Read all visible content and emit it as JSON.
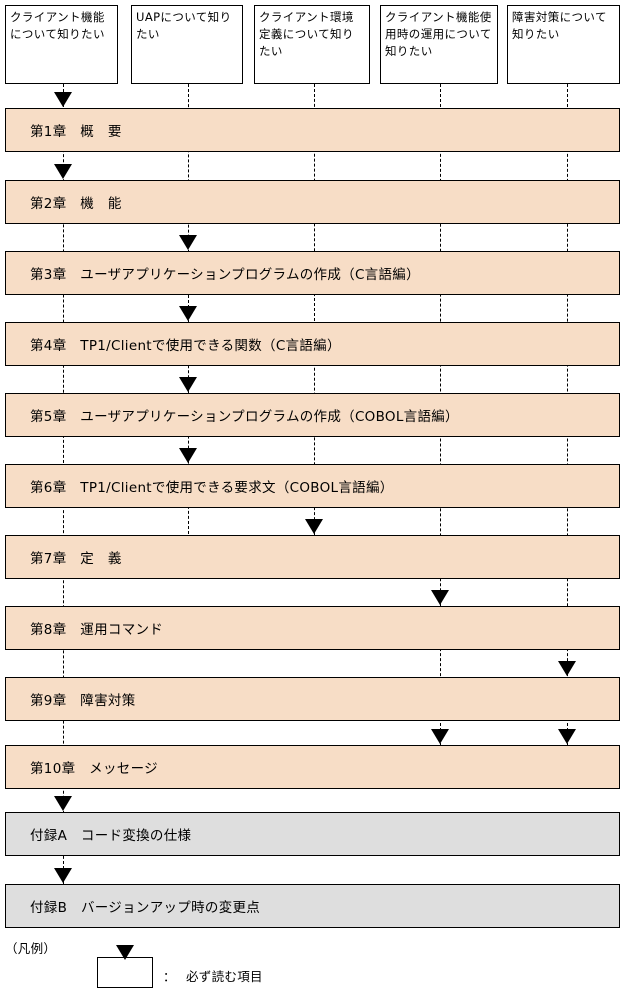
{
  "colors": {
    "chapter_fill": "#f7ddc6",
    "appendix_fill": "#dedede",
    "line": "#000000",
    "box_fill": "#ffffff"
  },
  "question_boxes": [
    {
      "id": "client-function",
      "text": "クライアント機能について知りたい",
      "column": 1
    },
    {
      "id": "uap",
      "text": "UAPについて知りたい",
      "column": 2
    },
    {
      "id": "client-env-def",
      "text": "クライアント環境定義について知りたい",
      "column": 3
    },
    {
      "id": "client-ops",
      "text": "クライアント機能使用時の運用について知りたい",
      "column": 4
    },
    {
      "id": "failure",
      "text": "障害対策について知りたい",
      "column": 5
    }
  ],
  "bars": [
    {
      "id": "ch1",
      "kind": "chapter",
      "label": "第1章　概　要",
      "arrows": [
        1
      ]
    },
    {
      "id": "ch2",
      "kind": "chapter",
      "label": "第2章　機　能",
      "arrows": [
        1
      ]
    },
    {
      "id": "ch3",
      "kind": "chapter",
      "label": "第3章　ユーザアプリケーションプログラムの作成（C言語編）",
      "arrows": [
        2
      ]
    },
    {
      "id": "ch4",
      "kind": "chapter",
      "label": "第4章　TP1/Clientで使用できる関数（C言語編）",
      "arrows": [
        2
      ]
    },
    {
      "id": "ch5",
      "kind": "chapter",
      "label": "第5章　ユーザアプリケーションプログラムの作成（COBOL言語編）",
      "arrows": [
        2
      ]
    },
    {
      "id": "ch6",
      "kind": "chapter",
      "label": "第6章　TP1/Clientで使用できる要求文（COBOL言語編）",
      "arrows": [
        2
      ]
    },
    {
      "id": "ch7",
      "kind": "chapter",
      "label": "第7章　定　義",
      "arrows": [
        3
      ]
    },
    {
      "id": "ch8",
      "kind": "chapter",
      "label": "第8章　運用コマンド",
      "arrows": [
        4
      ]
    },
    {
      "id": "ch9",
      "kind": "chapter",
      "label": "第9章　障害対策",
      "arrows": [
        5
      ]
    },
    {
      "id": "ch10",
      "kind": "chapter",
      "label": "第10章　メッセージ",
      "arrows": [
        4,
        5
      ]
    },
    {
      "id": "apa",
      "kind": "appendix",
      "label": "付録A　コード変換の仕様",
      "arrows": [
        1
      ]
    },
    {
      "id": "apb",
      "kind": "appendix",
      "label": "付録B　バージョンアップ時の変更点",
      "arrows": [
        1
      ]
    }
  ],
  "legend": {
    "title": "（凡例）",
    "separator": "：",
    "description": "必ず読む項目"
  }
}
